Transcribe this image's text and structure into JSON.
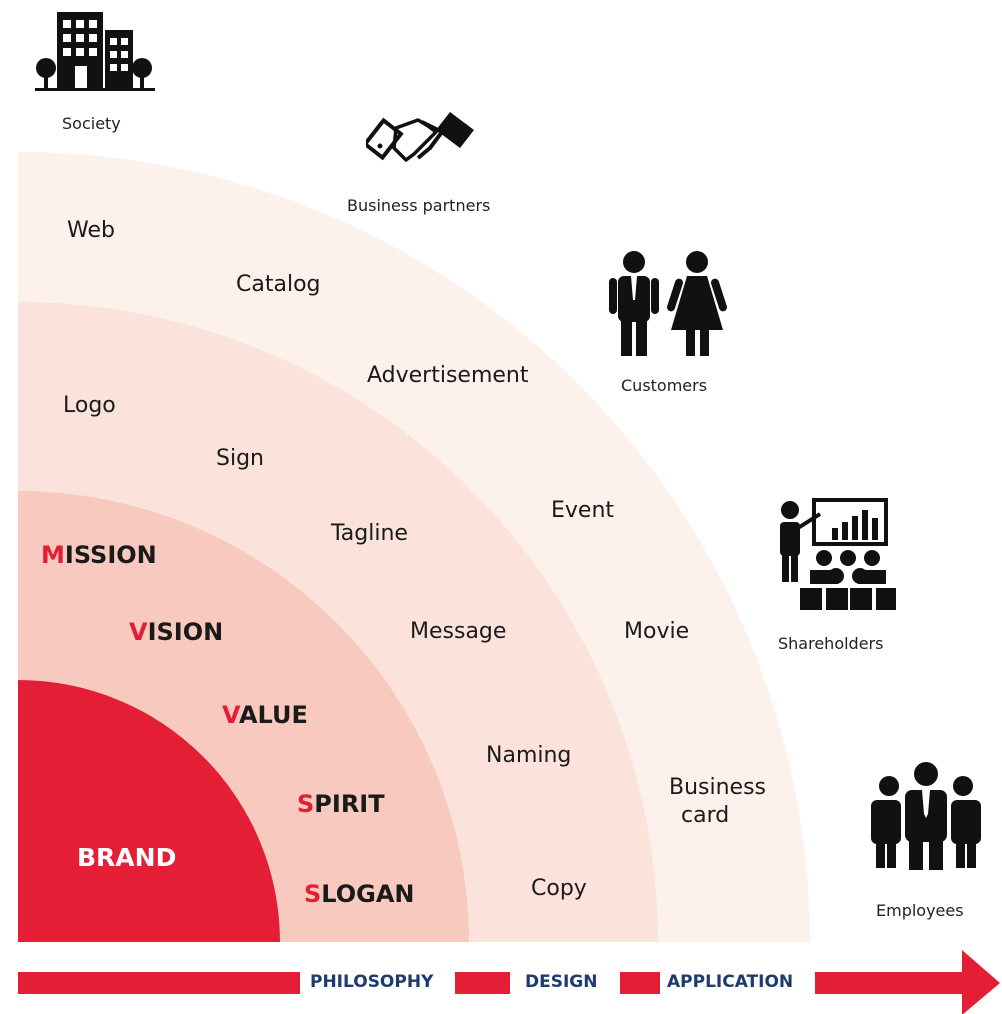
{
  "colors": {
    "brand_red": "#e41e34",
    "layer1": "#f8cabf",
    "layer2": "#fbe3db",
    "layer3": "#fdf1ec",
    "axis_text": "#1d3b6e"
  },
  "core": {
    "brand": "BRAND"
  },
  "philosophy_items": [
    {
      "first": "M",
      "rest": "ISSION"
    },
    {
      "first": "V",
      "rest": "ISION"
    },
    {
      "first": "V",
      "rest": "ALUE"
    },
    {
      "first": "S",
      "rest": "PIRIT"
    },
    {
      "first": "S",
      "rest": "LOGAN"
    }
  ],
  "design_items": [
    "Logo",
    "Sign",
    "Tagline",
    "Message",
    "Naming",
    "Copy"
  ],
  "application_items": [
    "Web",
    "Catalog",
    "Advertisement",
    "Event",
    "Movie",
    "Business",
    "card"
  ],
  "stakeholders": [
    {
      "label": "Society",
      "icon": "buildings-icon"
    },
    {
      "label": "Business partners",
      "icon": "handshake-icon"
    },
    {
      "label": "Customers",
      "icon": "customers-icon"
    },
    {
      "label": "Shareholders",
      "icon": "presentation-icon"
    },
    {
      "label": "Employees",
      "icon": "employees-icon"
    }
  ],
  "axis": [
    "PHILOSOPHY",
    "DESIGN",
    "APPLICATION"
  ]
}
